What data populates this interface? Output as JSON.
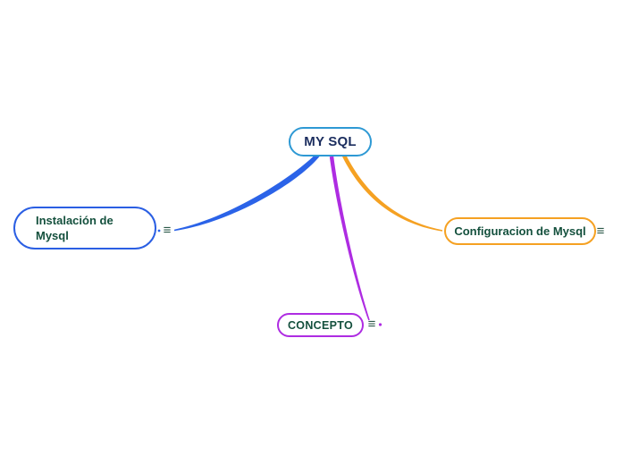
{
  "diagram": {
    "type": "mindmap",
    "canvas_background": "#ffffff",
    "root": {
      "label": "MY SQL",
      "border_color": "#2e99d4",
      "text_color": "#1b2d5e",
      "fill": "#ffffff"
    },
    "branches": [
      {
        "id": "instalacion",
        "label": "Instalación de Mysql",
        "line1": "Instalación de",
        "line2": "Mysql",
        "border_color": "#2b5fe3",
        "branch_color": "#2b63e8",
        "text_color": "#14503d",
        "handle_glyph": "≡",
        "side": "left-of-root"
      },
      {
        "id": "configuracion",
        "label": "Configuracion de Mysql",
        "border_color": "#f5a122",
        "branch_color": "#f5a122",
        "text_color": "#14503d",
        "handle_glyph": "≡",
        "side": "right-of-root"
      },
      {
        "id": "concepto",
        "label": "CONCEPTO",
        "border_color": "#ae2ce2",
        "branch_color": "#ae2ce2",
        "text_color": "#14503d",
        "handle_glyph": "≡",
        "side": "below-root"
      }
    ]
  }
}
